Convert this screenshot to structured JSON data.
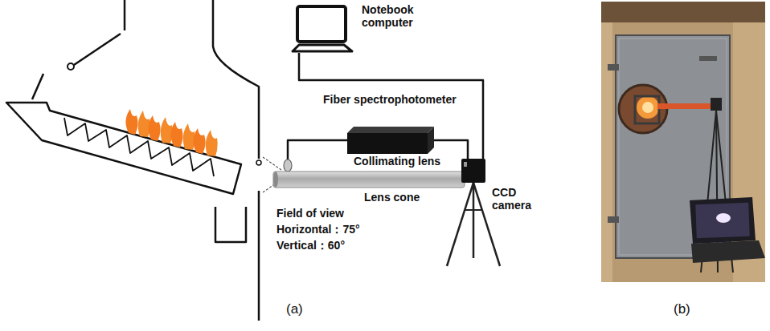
{
  "diagram": {
    "nodes": [
      {
        "text": [
          "Notebook computer"
        ]
      },
      {
        "text": [
          "Fiber spectrophotometer"
        ]
      },
      {
        "text": [
          "Collimating lens"
        ]
      },
      {
        "text": [
          "Lens cone"
        ]
      },
      {
        "text": [
          "CCD camera"
        ]
      }
    ],
    "edges": [
      {
        "from": 0,
        "to": 4,
        "arrow": "none"
      },
      {
        "from": 1,
        "to": 4,
        "arrow": "none"
      },
      {
        "from": 1,
        "to": 2,
        "arrow": "none"
      }
    ],
    "labels": [
      "Field of view",
      "Horizontal：75°",
      "Vertical：60°",
      "(a)",
      "(b)"
    ]
  }
}
